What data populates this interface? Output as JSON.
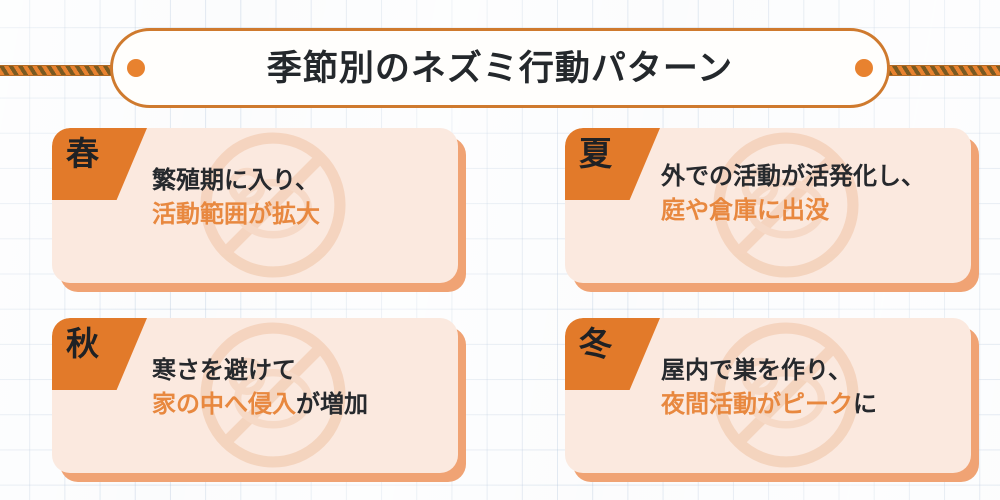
{
  "header": {
    "title": "季節別のネズミ行動パターン",
    "ribbon_left_name": "rope-left",
    "ribbon_right_name": "rope-right"
  },
  "colors": {
    "accent_orange": "#e8883f",
    "tag_orange": "#e27a2a",
    "card_background": "#fbe9df",
    "card_shadow": "#f0a374",
    "banner_border": "#cf7a2e",
    "banner_fill": "#fffefc",
    "text_dark": "#26292d",
    "grid_line": "#96afcd",
    "page_background": "#fbfcfd"
  },
  "cards": [
    {
      "season": "春",
      "season_name": "spring",
      "lines": [
        [
          {
            "text": "繁殖期に入り、",
            "style": "dark"
          }
        ],
        [
          {
            "text": "活動範囲が拡大",
            "style": "accent"
          }
        ]
      ]
    },
    {
      "season": "夏",
      "season_name": "summer",
      "lines": [
        [
          {
            "text": "外での活動が活発化し、",
            "style": "dark"
          }
        ],
        [
          {
            "text": "庭や倉庫に出没",
            "style": "accent"
          }
        ]
      ]
    },
    {
      "season": "秋",
      "season_name": "autumn",
      "lines": [
        [
          {
            "text": "寒さを避けて",
            "style": "dark"
          }
        ],
        [
          {
            "text": "家の中へ侵入",
            "style": "accent"
          },
          {
            "text": "が増加",
            "style": "dark"
          }
        ]
      ]
    },
    {
      "season": "冬",
      "season_name": "winter",
      "lines": [
        [
          {
            "text": "屋内で巣を作り、",
            "style": "dark"
          }
        ],
        [
          {
            "text": "夜間活動がピーク",
            "style": "accent"
          },
          {
            "text": "に",
            "style": "dark"
          }
        ]
      ]
    }
  ],
  "watermark": {
    "icon": "no-mouse-prohibition-icon"
  }
}
